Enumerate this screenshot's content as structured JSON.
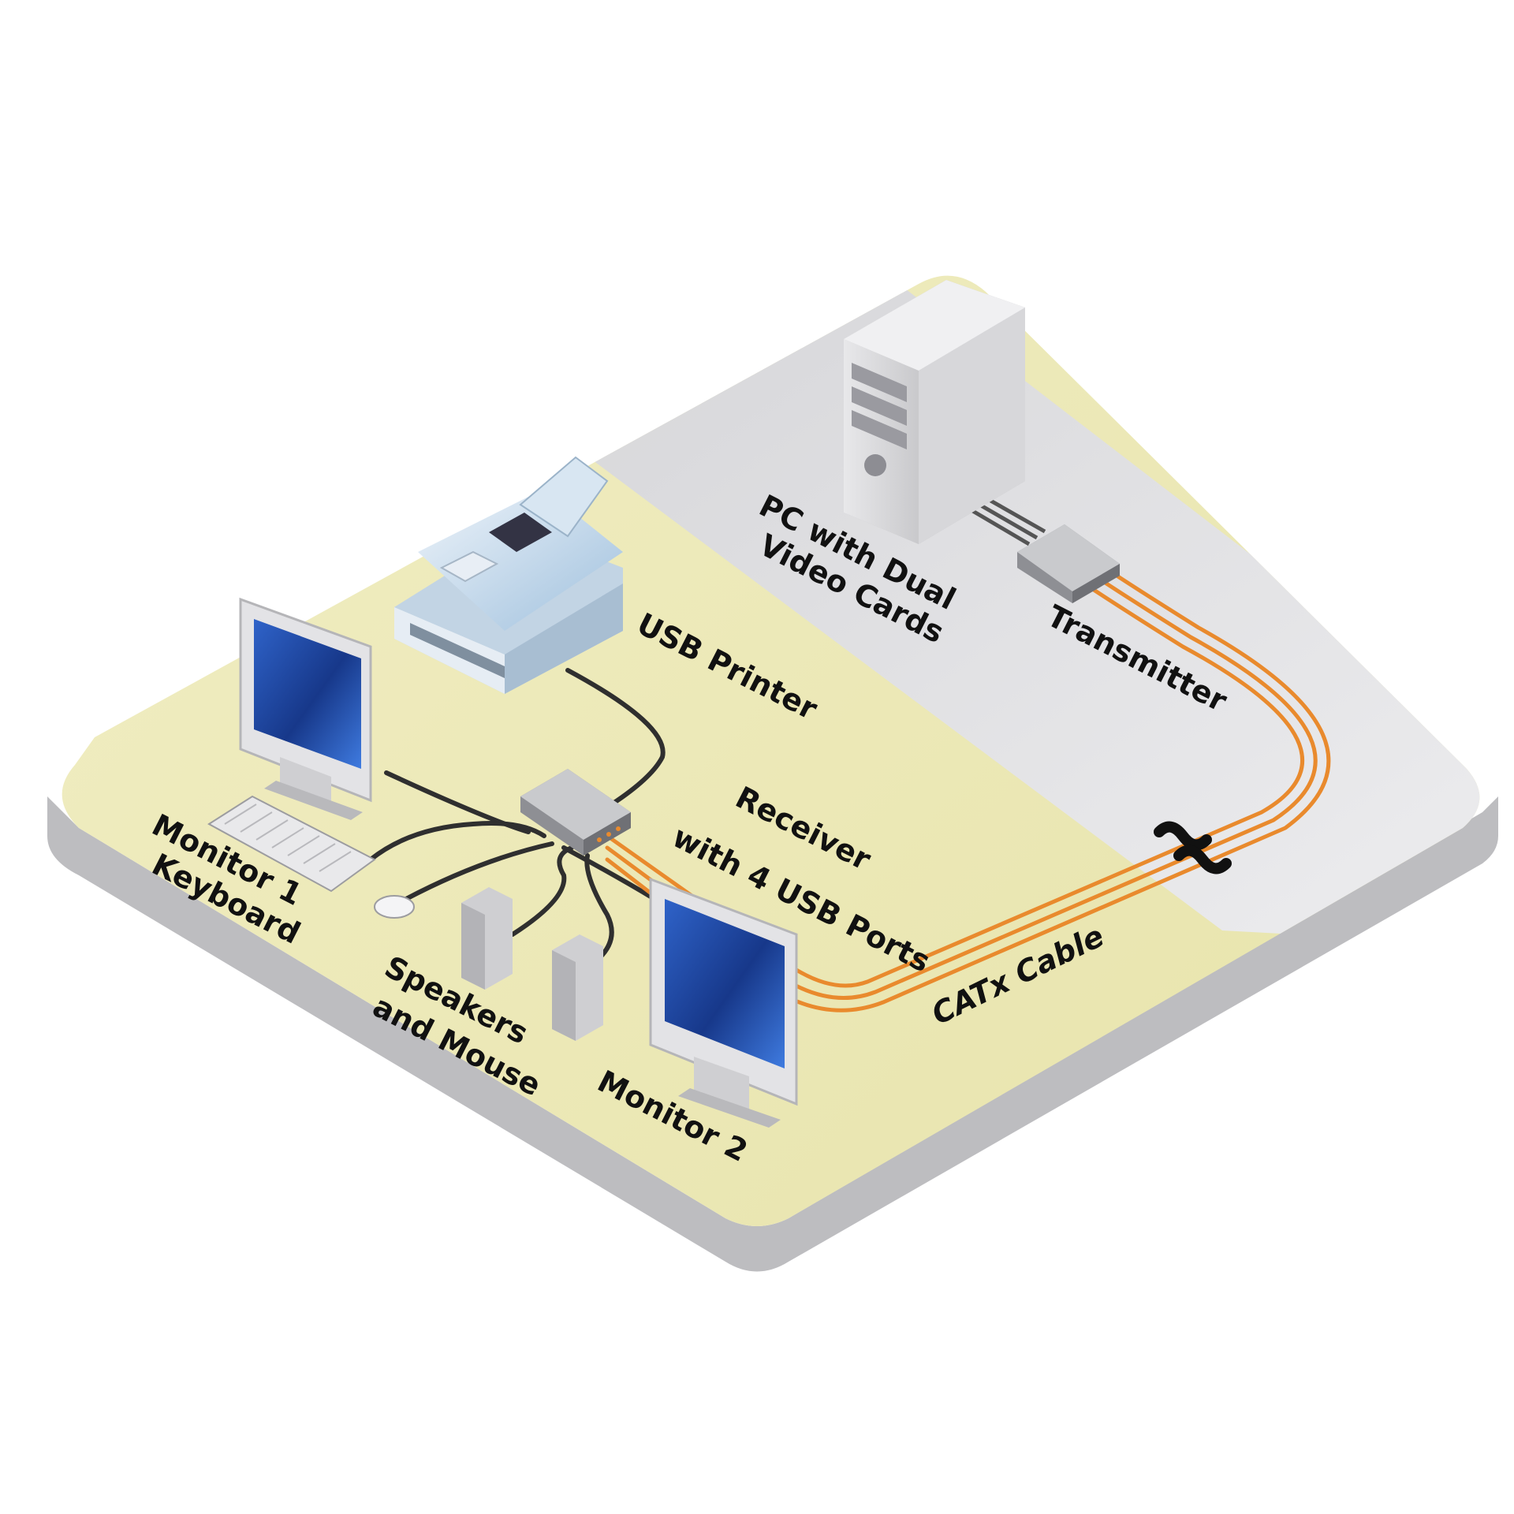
{
  "labels": {
    "pc": [
      "PC with Dual",
      "Video Cards"
    ],
    "transmitter": "Transmitter",
    "usb_printer": "USB Printer",
    "receiver": [
      "Receiver",
      "with 4 USB Ports"
    ],
    "monitor1": [
      "Monitor 1",
      "Keyboard"
    ],
    "speakers": [
      "Speakers",
      "and Mouse"
    ],
    "monitor2": "Monitor 2",
    "catx": "CATx Cable"
  },
  "colors": {
    "platform_left": "#ece9b8",
    "platform_right": "#e6e6e8",
    "platform_side": "#bdbdc0",
    "cable_orange": "#e98a2d",
    "cable_dark": "#2f2f2f",
    "screen_blue": "#1b3f8f",
    "device_gray": "#a9abb0"
  },
  "icons": [
    "tower-pc-icon",
    "printer-icon",
    "monitor-icon",
    "keyboard-icon",
    "mouse-icon",
    "speaker-icon",
    "receiver-box-icon",
    "transmitter-box-icon",
    "cable-break-icon"
  ]
}
